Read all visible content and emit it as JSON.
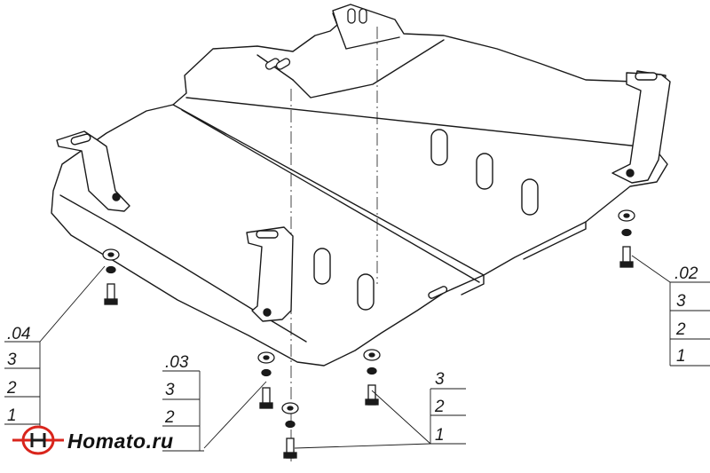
{
  "callouts": [
    {
      "code": ".04",
      "items": [
        "3",
        "2",
        "1"
      ]
    },
    {
      "code": ".03",
      "items": [
        "3",
        "2"
      ]
    },
    {
      "code": "",
      "items": [
        "3",
        "2",
        "1"
      ]
    },
    {
      "code": ".02",
      "items": [
        "3",
        "2",
        "1"
      ]
    }
  ],
  "logo": {
    "text": "Homato.ru",
    "accent_color": "#d9251c"
  },
  "colors": {
    "line": "#1a1a1a",
    "fill": "#ffffff"
  }
}
